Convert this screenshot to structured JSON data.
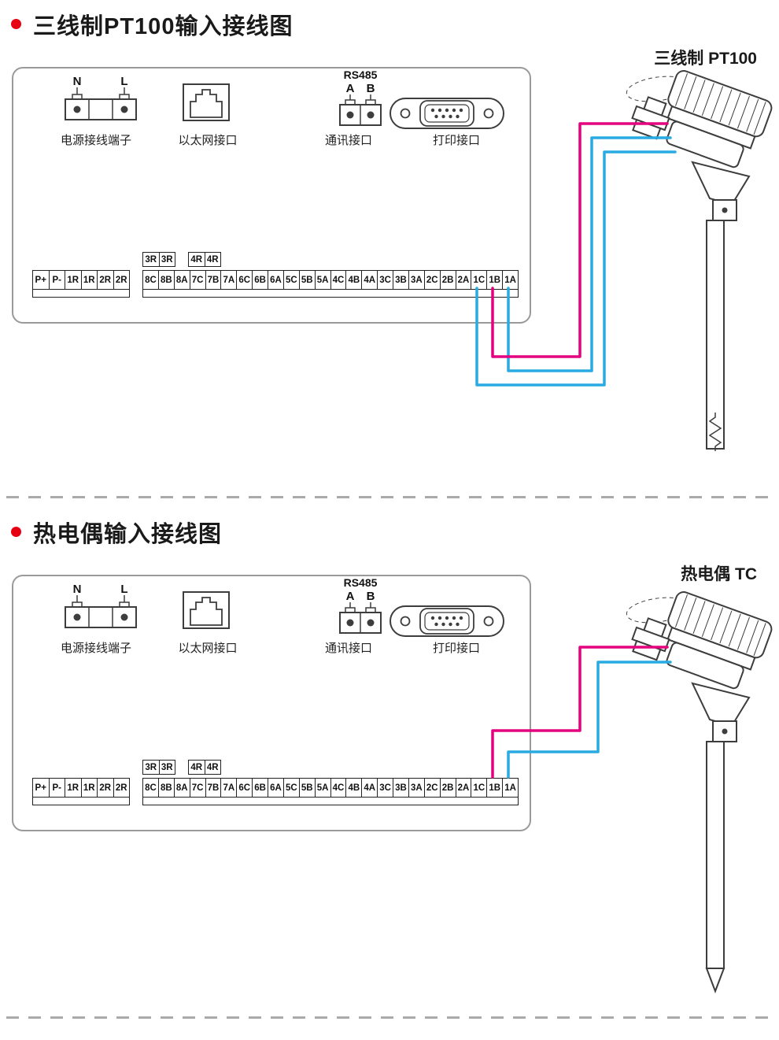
{
  "colors": {
    "accent_red": "#e60012",
    "wire_magenta": "#e4007f",
    "wire_blue": "#29abe2",
    "outline": "#3d3d3d"
  },
  "sections": [
    {
      "title": "三线制PT100输入接线图",
      "sensor_label": "三线制 PT100",
      "panel": {
        "power": {
          "label": "电源接线端子",
          "pin_n": "N",
          "pin_l": "L"
        },
        "ethernet": {
          "label": "以太网接口"
        },
        "comm": {
          "label": "通讯接口",
          "protocol": "RS485",
          "pin_a": "A",
          "pin_b": "B"
        },
        "printer": {
          "label": "打印接口"
        }
      },
      "terminals": {
        "left_row": [
          "P+",
          "P-",
          "1R",
          "1R",
          "2R",
          "2R"
        ],
        "relay_top_1": [
          "3R",
          "3R"
        ],
        "relay_top_2": [
          "4R",
          "4R"
        ],
        "main_row": [
          "8C",
          "8B",
          "8A",
          "7C",
          "7B",
          "7A",
          "6C",
          "6B",
          "6A",
          "5C",
          "5B",
          "5A",
          "4C",
          "4B",
          "4A",
          "3C",
          "3B",
          "3A",
          "2C",
          "2B",
          "2A",
          "1C",
          "1B",
          "1A"
        ]
      }
    },
    {
      "title": "热电偶输入接线图",
      "sensor_label": "热电偶 TC",
      "panel": {
        "power": {
          "label": "电源接线端子",
          "pin_n": "N",
          "pin_l": "L"
        },
        "ethernet": {
          "label": "以太网接口"
        },
        "comm": {
          "label": "通讯接口",
          "protocol": "RS485",
          "pin_a": "A",
          "pin_b": "B"
        },
        "printer": {
          "label": "打印接口"
        }
      },
      "terminals": {
        "left_row": [
          "P+",
          "P-",
          "1R",
          "1R",
          "2R",
          "2R"
        ],
        "relay_top_1": [
          "3R",
          "3R"
        ],
        "relay_top_2": [
          "4R",
          "4R"
        ],
        "main_row": [
          "8C",
          "8B",
          "8A",
          "7C",
          "7B",
          "7A",
          "6C",
          "6B",
          "6A",
          "5C",
          "5B",
          "5A",
          "4C",
          "4B",
          "4A",
          "3C",
          "3B",
          "3A",
          "2C",
          "2B",
          "2A",
          "1C",
          "1B",
          "1A"
        ]
      }
    }
  ]
}
